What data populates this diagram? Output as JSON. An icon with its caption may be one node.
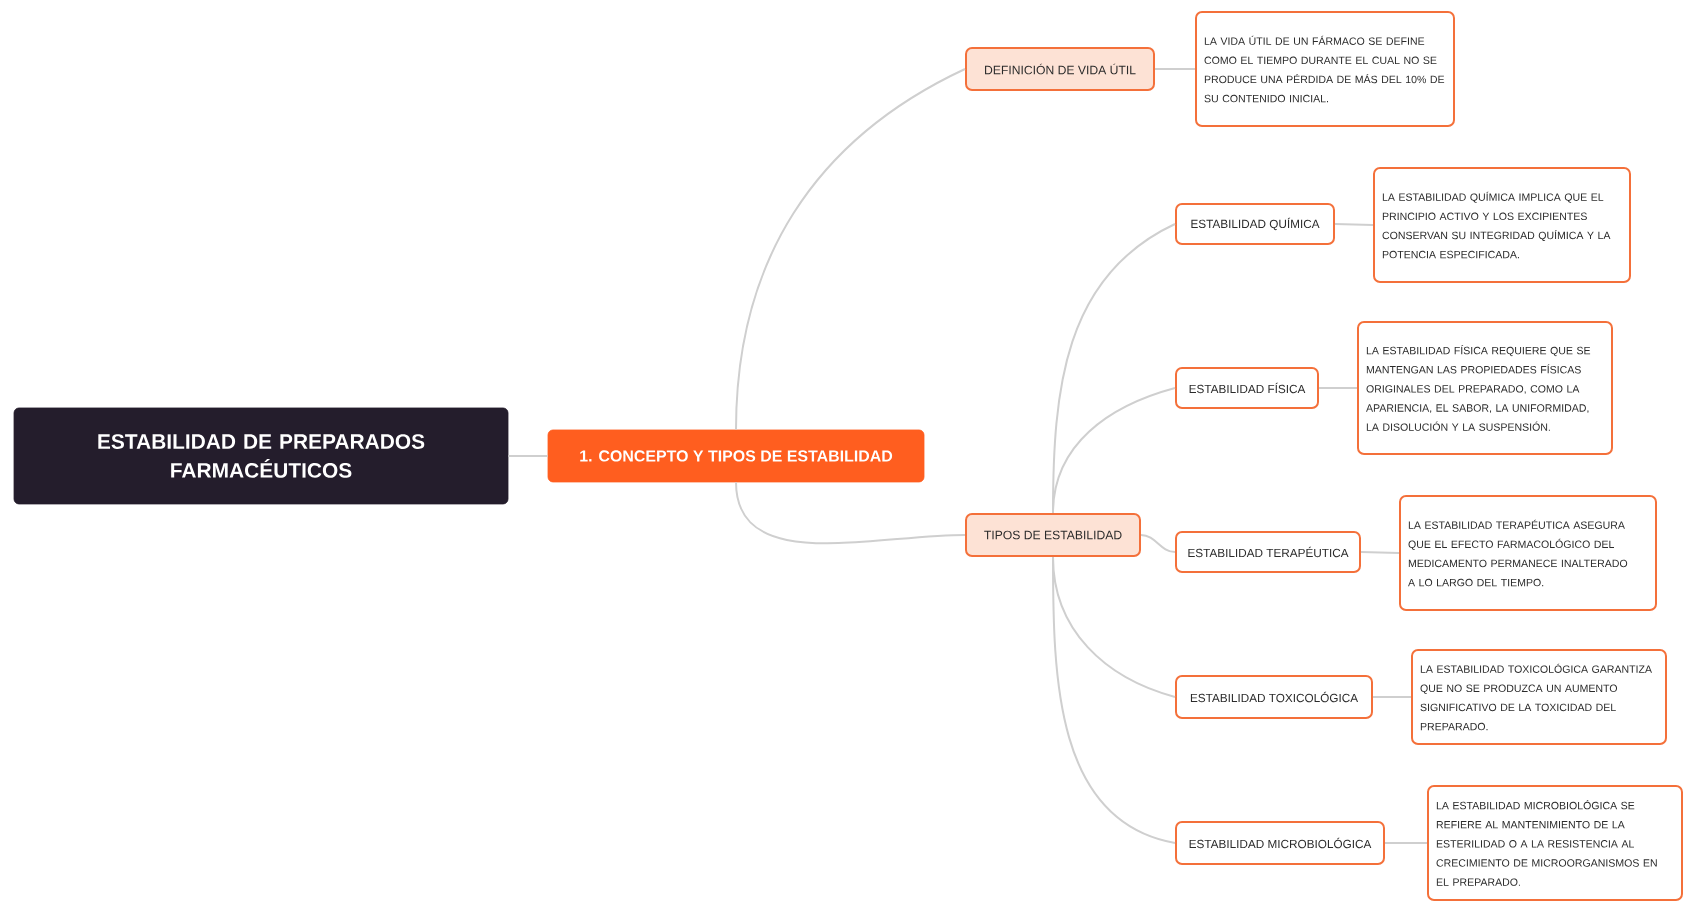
{
  "diagram": {
    "nodes": [
      {
        "text": [
          "ESTABILIDAD DE PREPARADOS FARMACÉUTICOS"
        ]
      },
      {
        "text": [
          "1. CONCEPTO Y TIPOS DE ESTABILIDAD"
        ]
      },
      {
        "text": [
          "DEFINICIÓN DE VIDA ÚTIL"
        ]
      },
      {
        "text": [
          "LA VIDA ÚTIL DE UN FÁRMACO SE DEFINE COMO EL TIEMPO DURANTE EL CUAL NO SE PRODUCE UNA PÉRDIDA DE MÁS DEL 10% DE SU CONTENIDO INICIAL."
        ]
      },
      {
        "text": [
          "TIPOS DE ESTABILIDAD"
        ]
      },
      {
        "text": [
          "ESTABILIDAD QUÍMICA"
        ]
      },
      {
        "text": [
          "LA ESTABILIDAD QUÍMICA IMPLICA QUE EL PRINCIPIO ACTIVO Y LOS EXCIPIENTES CONSERVAN SU INTEGRIDAD QUÍMICA Y LA POTENCIA ESPECIFICADA."
        ]
      },
      {
        "text": [
          "ESTABILIDAD FÍSICA"
        ]
      },
      {
        "text": [
          "LA ESTABILIDAD FÍSICA REQUIERE QUE SE MANTENGAN LAS PROPIEDADES FÍSICAS ORIGINALES DEL PREPARADO, COMO LA APARIENCIA, EL SABOR, LA UNIFORMIDAD, LA DISOLUCIÓN Y LA SUSPENSIÓN."
        ]
      },
      {
        "text": [
          "ESTABILIDAD TERAPÉUTICA"
        ]
      },
      {
        "text": [
          "LA ESTABILIDAD TERAPÉUTICA ASEGURA QUE EL EFECTO FARMACOLÓGICO DEL MEDICAMENTO PERMANECE INALTERADO A LO LARGO DEL TIEMPO."
        ]
      },
      {
        "text": [
          "ESTABILIDAD TOXICOLÓGICA"
        ]
      },
      {
        "text": [
          "LA ESTABILIDAD TOXICOLÓGICA GARANTIZA QUE NO SE PRODUZCA UN AUMENTO SIGNIFICATIVO DE LA TOXICIDAD DEL PREPARADO."
        ]
      },
      {
        "text": [
          "ESTABILIDAD MICROBIOLÓGICA"
        ]
      },
      {
        "text": [
          "LA ESTABILIDAD MICROBIOLÓGICA SE REFIERE AL MANTENIMIENTO DE LA ESTERILIDAD O A LA RESISTENCIA AL CRECIMIENTO DE MICROORGANISMOS EN EL PREPARADO."
        ]
      }
    ],
    "edges": [
      {
        "from": 0,
        "to": 1,
        "arrow": "none"
      },
      {
        "from": 1,
        "to": 2,
        "arrow": "none"
      },
      {
        "from": 2,
        "to": 3,
        "arrow": "none"
      },
      {
        "from": 1,
        "to": 4,
        "arrow": "none"
      },
      {
        "from": 4,
        "to": 5,
        "arrow": "none"
      },
      {
        "from": 5,
        "to": 6,
        "arrow": "none"
      },
      {
        "from": 4,
        "to": 7,
        "arrow": "none"
      },
      {
        "from": 7,
        "to": 8,
        "arrow": "none"
      },
      {
        "from": 4,
        "to": 9,
        "arrow": "none"
      },
      {
        "from": 9,
        "to": 10,
        "arrow": "none"
      },
      {
        "from": 4,
        "to": 11,
        "arrow": "none"
      },
      {
        "from": 11,
        "to": 12,
        "arrow": "none"
      },
      {
        "from": 4,
        "to": 13,
        "arrow": "none"
      },
      {
        "from": 13,
        "to": 14,
        "arrow": "none"
      }
    ]
  }
}
